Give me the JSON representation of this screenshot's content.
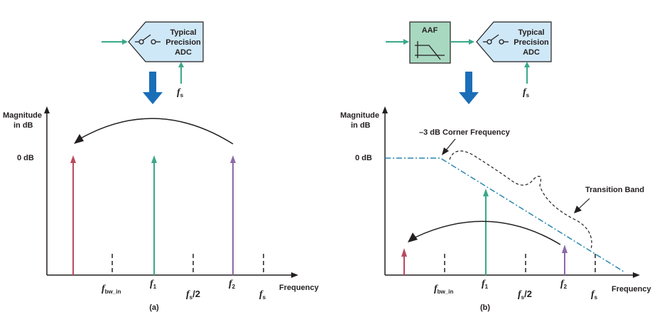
{
  "colors": {
    "adc_fill": "#cfe8f7",
    "aaf_fill": "#a8d8c0",
    "teal": "#3aa88a",
    "red": "#b84a5e",
    "purple": "#8c6aa8",
    "blue_arrow": "#1a6eb8",
    "dashdot": "#2a86b0",
    "axis": "#231f20"
  },
  "left": {
    "adc": {
      "line1": "Typical",
      "line2": "Precision",
      "line3": "ADC"
    },
    "fs_main": "f",
    "fs_sub": "s",
    "y_label_1": "Magnitude",
    "y_label_2": "in dB",
    "zero_db": "0 dB",
    "x_label": "Frequency",
    "ticks": {
      "fbw_main": "f",
      "fbw_sub": "bw_in",
      "f1_main": "f",
      "f1_sub": "1",
      "fs2_main": "f",
      "fs2_sub": "s",
      "fs2_tail": "/2",
      "f2_main": "f",
      "f2_sub": "2",
      "fs_main": "f",
      "fs_sub": "s"
    },
    "caption": "(a)"
  },
  "right": {
    "aaf": "AAF",
    "adc": {
      "line1": "Typical",
      "line2": "Precision",
      "line3": "ADC"
    },
    "fs_main": "f",
    "fs_sub": "s",
    "y_label_1": "Magnitude",
    "y_label_2": "in dB",
    "zero_db": "0 dB",
    "corner": "–3 dB Corner Frequency",
    "transition": "Transition Band",
    "x_label": "Frequency",
    "ticks": {
      "fbw_main": "f",
      "fbw_sub": "bw_in",
      "f1_main": "f",
      "f1_sub": "1",
      "fs2_main": "f",
      "fs2_sub": "s",
      "fs2_tail": "/2",
      "f2_main": "f",
      "f2_sub": "2",
      "fs_main": "f",
      "fs_sub": "s"
    },
    "caption": "(b)"
  }
}
